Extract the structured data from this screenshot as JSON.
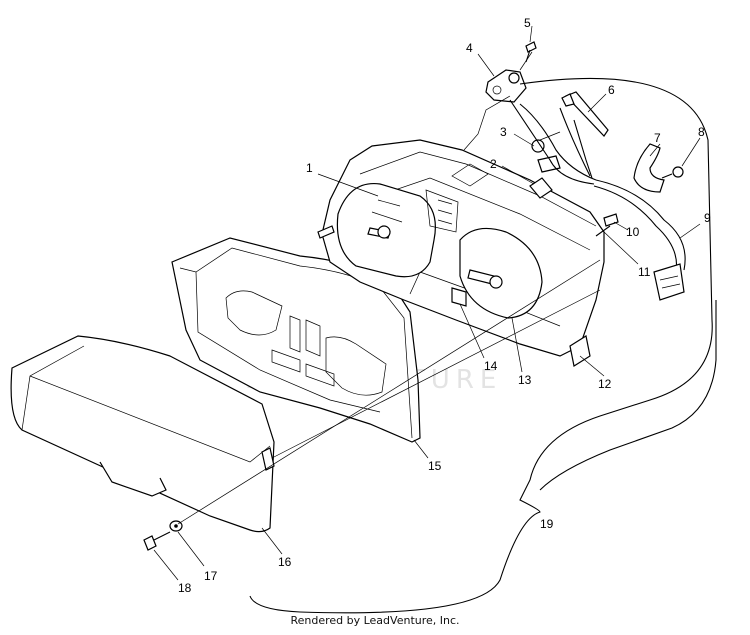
{
  "watermark": "LEADVENTURE",
  "footer": "Rendered by LeadVenture, Inc.",
  "callouts": [
    "1",
    "2",
    "3",
    "4",
    "5",
    "6",
    "7",
    "8",
    "9",
    "10",
    "11",
    "12",
    "13",
    "14",
    "15",
    "16",
    "17",
    "18",
    "19"
  ]
}
